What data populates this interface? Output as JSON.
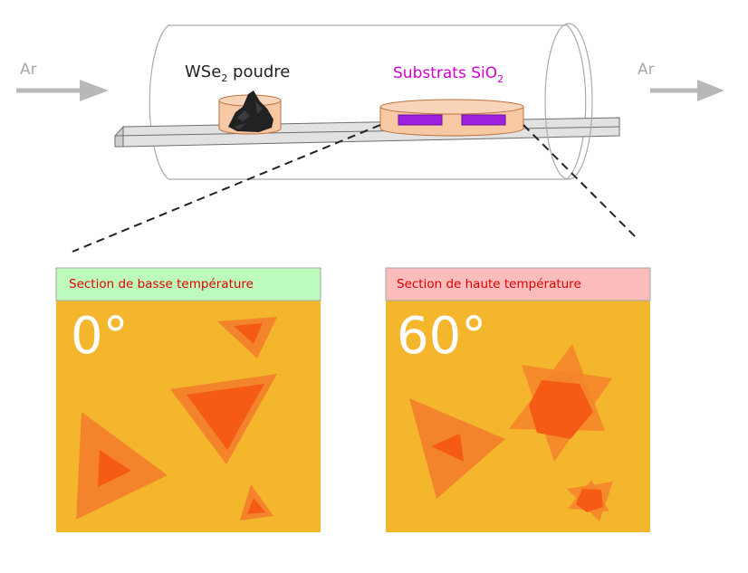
{
  "furnace": {
    "gas_in_label": "Ar",
    "gas_out_label": "Ar",
    "powder_label": {
      "main": "WSe",
      "sub": "2",
      "rest": " poudre"
    },
    "substrate_label": {
      "main": "Substrats SiO",
      "sub": "2"
    }
  },
  "panels": [
    {
      "header": "Section de basse température",
      "angle": "0°",
      "header_color": "#bdfbbd"
    },
    {
      "header": "Section de haute température",
      "angle": "60°",
      "header_color": "#fcbcbc"
    }
  ],
  "colors": {
    "panel_bg": "#f4b62c",
    "header_text": "#e00000",
    "substrate_label": "#d000d0",
    "substrate_chip": "#a020e0",
    "crucible": "#f6c8a4",
    "flake_outer": "#f4842c",
    "flake_inner": "#f55b15",
    "arrow": "#b8b8b8"
  }
}
